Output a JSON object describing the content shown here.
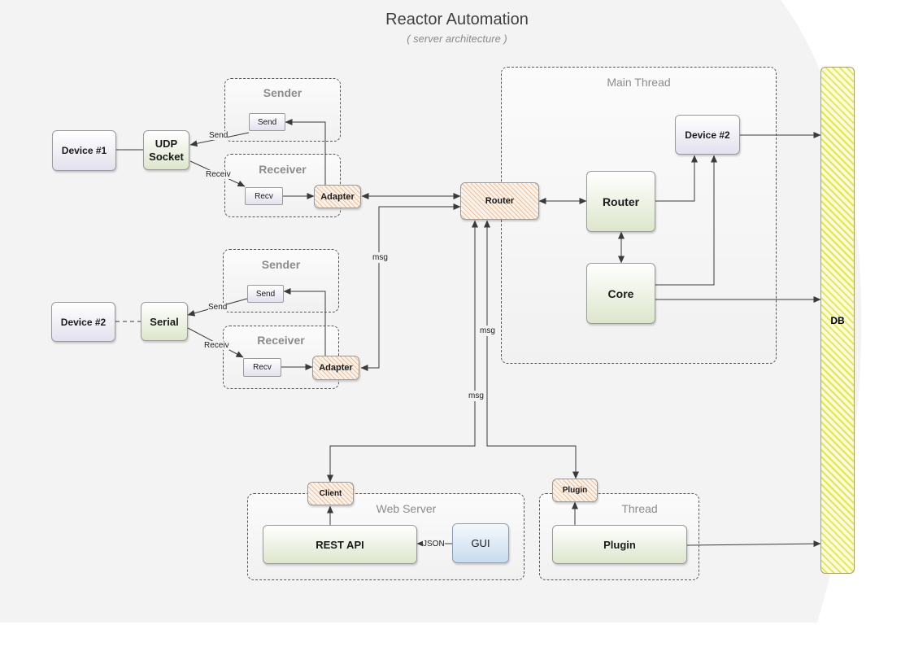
{
  "header": {
    "title": "Reactor Automation",
    "subtitle": "( server architecture )"
  },
  "groups": {
    "sender1": "Sender",
    "receiver1": "Receiver",
    "sender2": "Sender",
    "receiver2": "Receiver",
    "main_thread": "Main Thread",
    "web_server": "Web Server",
    "thread": "Thread"
  },
  "nodes": {
    "device1": "Device #1",
    "udp_socket": "UDP Socket",
    "send1": "Send",
    "recv1": "Recv",
    "adapter1": "Adapter",
    "device2_left": "Device #2",
    "serial": "Serial",
    "send2": "Send",
    "recv2": "Recv",
    "adapter2": "Adapter",
    "router_hub": "Router",
    "router": "Router",
    "core": "Core",
    "device2_right": "Device #2",
    "db": "DB",
    "client": "Client",
    "rest_api": "REST API",
    "gui": "GUI",
    "plugin_port": "Plugin",
    "plugin": "Plugin"
  },
  "edge_labels": {
    "send1": "Send",
    "recv1": "Receiv",
    "send2": "Send",
    "recv2": "Receiv",
    "msg_adapter2": "msg",
    "msg_plugin": "msg",
    "msg_client": "msg",
    "json": "JSON"
  }
}
